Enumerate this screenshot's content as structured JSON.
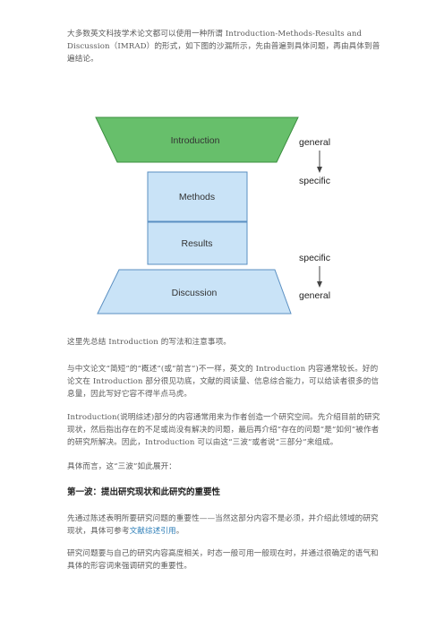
{
  "paragraphs": {
    "p1": "大多数英文科技学术论文都可以使用一种所谓 Introduction-Methods-Results and Discussion（IMRAD）的形式，如下图的沙漏所示，先由普遍到具体问题，再由具体到普遍结论。",
    "p2": "这里先总结 Introduction 的写法和注意事项。",
    "p3": "与中文论文“简短”的“概述”(或“前言”)不一样，英文的 Introduction 内容通常较长。好的论文在 Introduction 部分很见功底，文献的阅读量、信息综合能力，可以给读者很多的信息量，因此写好它容不得半点马虎。",
    "p4": "Introduction(说明综述)部分的内容通常用来为作者创造一个研究空间。先介绍目前的研究现状，然后指出存在的不足或尚没有解决的问题，最后再介绍“存在的问题”是“如何”被作者的研究所解决。因此，Introduction 可以由这“三波”或者说“三部分”来组成。",
    "p5": "具体而言，这“三波”如此展开：",
    "heading1": "第一波：提出研究现状和此研究的重要性",
    "p6_before_link": "先通过陈述表明所要研究问题的重要性——当然这部分内容不是必须，并介绍此领域的研究现状，具体可参考",
    "p6_link": "文献综述引用",
    "p6_after_link": "。",
    "p7": "研究问题要与自己的研究内容高度相关，时态一般可用一般现在时，并通过很确定的语气和具体的形容词来强调研究的重要性。"
  },
  "diagram": {
    "boxes": {
      "introduction": "Introduction",
      "methods": "Methods",
      "results": "Results",
      "discussion": "Discussion"
    },
    "labels": {
      "top_general": "general",
      "top_specific": "specific",
      "bottom_specific": "specific",
      "bottom_general": "general"
    },
    "colors": {
      "introduction_fill": "#67bf6b",
      "introduction_stroke": "#3b8f3f",
      "box_fill": "#c9e3f7",
      "box_stroke": "#5a8fc2",
      "arrow": "#444444"
    }
  }
}
